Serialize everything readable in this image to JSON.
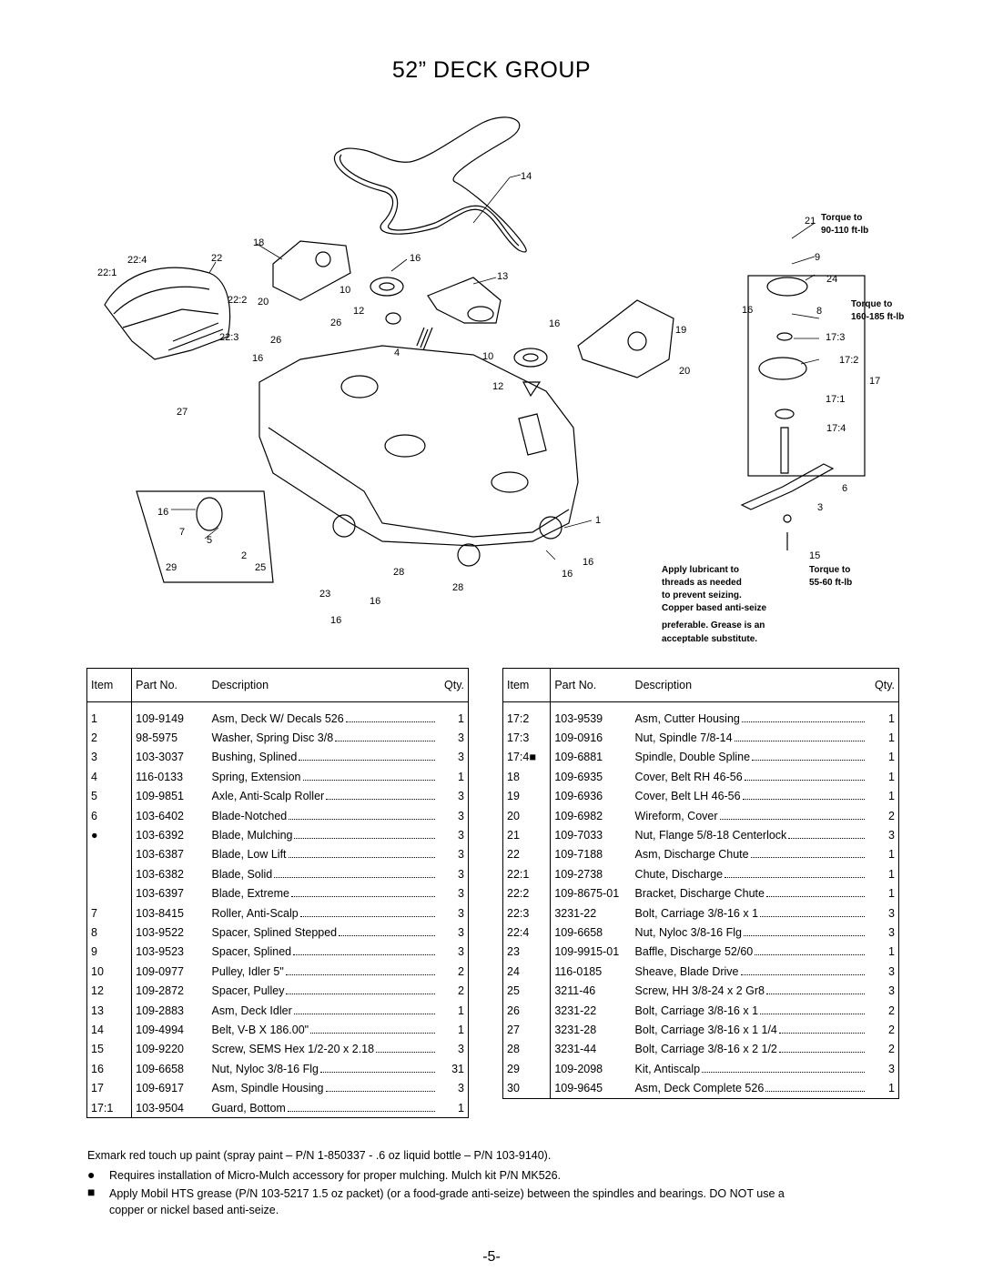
{
  "title": "52” DECK GROUP",
  "diagram_labels": {
    "l14": "14",
    "l18": "18",
    "l22_4": "22:4",
    "l22": "22",
    "l22_1": "22:1",
    "l16a": "16",
    "l13": "13",
    "l10a": "10",
    "l20a": "20",
    "l22_2": "22:2",
    "l12a": "12",
    "l26a": "26",
    "l22_3": "22:3",
    "l26b": "26",
    "l16b": "16",
    "l4": "4",
    "l10b": "10",
    "l16c": "16",
    "l19": "19",
    "l20b": "20",
    "l12b": "12",
    "l27": "27",
    "l1": "1",
    "l16d": "16",
    "l7": "7",
    "l5": "5",
    "l2": "2",
    "l29": "29",
    "l25": "25",
    "l28a": "28",
    "l28b": "28",
    "l23": "23",
    "l16e": "16",
    "l16f": "16",
    "l16g": "16",
    "l16h": "16",
    "l21": "21",
    "l9": "9",
    "l24": "24",
    "l8": "8",
    "l17_3": "17:3",
    "l17_2": "17:2",
    "l17": "17",
    "l17_1": "17:1",
    "l17_4": "17:4",
    "l6": "6",
    "l3": "3",
    "l15": "15"
  },
  "notes": {
    "torque_21_a": "Torque to",
    "torque_21_b": "90-110 ft-lb",
    "torque_8_a": "Torque to",
    "torque_8_b": "160-185 ft-lb",
    "torque_15_a": "Torque to",
    "torque_15_b": "55-60 ft-lb",
    "apply_1": "Apply lubricant to",
    "apply_2": "threads as needed",
    "apply_3": "to prevent seizing.",
    "apply_4": "Copper based anti-seize",
    "apply_5": "preferable. Grease is an",
    "apply_6": "acceptable substitute."
  },
  "table_headers": {
    "item": "Item",
    "part": "Part No.",
    "desc": "Description",
    "qty": "Qty."
  },
  "parts_left": [
    {
      "item": "1",
      "part": "109-9149",
      "desc": "Asm, Deck W/ Decals 526",
      "qty": "1"
    },
    {
      "item": "2",
      "part": "98-5975",
      "desc": "Washer, Spring Disc 3/8",
      "qty": "3"
    },
    {
      "item": "3",
      "part": "103-3037",
      "desc": "Bushing, Splined",
      "qty": "3"
    },
    {
      "item": "4",
      "part": "116-0133",
      "desc": "Spring, Extension",
      "qty": "1"
    },
    {
      "item": "5",
      "part": "109-9851",
      "desc": "Axle, Anti-Scalp Roller",
      "qty": "3"
    },
    {
      "item": "6",
      "part": "103-6402",
      "desc": "Blade-Notched",
      "qty": "3"
    },
    {
      "item": "●",
      "part": "103-6392",
      "desc": "Blade, Mulching",
      "qty": "3"
    },
    {
      "item": "",
      "part": "103-6387",
      "desc": "Blade, Low Lift",
      "qty": "3"
    },
    {
      "item": "",
      "part": "103-6382",
      "desc": "Blade, Solid",
      "qty": "3"
    },
    {
      "item": "",
      "part": "103-6397",
      "desc": "Blade, Extreme",
      "qty": "3"
    },
    {
      "item": "7",
      "part": "103-8415",
      "desc": "Roller, Anti-Scalp",
      "qty": "3"
    },
    {
      "item": "8",
      "part": "103-9522",
      "desc": "Spacer, Splined Stepped",
      "qty": "3"
    },
    {
      "item": "9",
      "part": "103-9523",
      "desc": "Spacer, Splined",
      "qty": "3"
    },
    {
      "item": "10",
      "part": "109-0977",
      "desc": "Pulley, Idler 5\"",
      "qty": "2"
    },
    {
      "item": "12",
      "part": "109-2872",
      "desc": "Spacer, Pulley",
      "qty": "2"
    },
    {
      "item": "13",
      "part": "109-2883",
      "desc": "Asm, Deck Idler",
      "qty": "1"
    },
    {
      "item": "14",
      "part": "109-4994",
      "desc": "Belt, V-B X 186.00\"",
      "qty": "1"
    },
    {
      "item": "15",
      "part": "109-9220",
      "desc": "Screw, SEMS Hex 1/2-20 x 2.18",
      "qty": "3"
    },
    {
      "item": "16",
      "part": "109-6658",
      "desc": "Nut, Nyloc 3/8-16 Flg",
      "qty": "31"
    },
    {
      "item": "17",
      "part": "109-6917",
      "desc": "Asm, Spindle Housing",
      "qty": "3"
    },
    {
      "item": "17:1",
      "part": "103-9504",
      "desc": "Guard, Bottom",
      "qty": "1"
    }
  ],
  "parts_right": [
    {
      "item": "17:2",
      "part": "103-9539",
      "desc": "Asm, Cutter Housing",
      "qty": "1"
    },
    {
      "item": "17:3",
      "part": "109-0916",
      "desc": "Nut, Spindle 7/8-14",
      "qty": "1"
    },
    {
      "item": "17:4■",
      "part": "109-6881",
      "desc": "Spindle, Double Spline",
      "qty": "1"
    },
    {
      "item": "18",
      "part": "109-6935",
      "desc": "Cover, Belt RH 46-56",
      "qty": "1"
    },
    {
      "item": "19",
      "part": "109-6936",
      "desc": "Cover, Belt LH 46-56",
      "qty": "1"
    },
    {
      "item": "20",
      "part": "109-6982",
      "desc": "Wireform, Cover",
      "qty": "2"
    },
    {
      "item": "21",
      "part": "109-7033",
      "desc": "Nut, Flange 5/8-18 Centerlock",
      "qty": "3"
    },
    {
      "item": "22",
      "part": "109-7188",
      "desc": "Asm, Discharge Chute",
      "qty": "1"
    },
    {
      "item": "22:1",
      "part": "109-2738",
      "desc": "Chute, Discharge",
      "qty": "1"
    },
    {
      "item": "22:2",
      "part": "109-8675-01",
      "desc": "Bracket, Discharge Chute",
      "qty": "1"
    },
    {
      "item": "22:3",
      "part": "3231-22",
      "desc": "Bolt, Carriage 3/8-16 x 1",
      "qty": "3"
    },
    {
      "item": "22:4",
      "part": "109-6658",
      "desc": "Nut, Nyloc 3/8-16 Flg",
      "qty": "3"
    },
    {
      "item": "23",
      "part": "109-9915-01",
      "desc": "Baffle, Discharge 52/60",
      "qty": "1"
    },
    {
      "item": "24",
      "part": "116-0185",
      "desc": "Sheave, Blade Drive",
      "qty": "3"
    },
    {
      "item": "25",
      "part": "3211-46",
      "desc": "Screw, HH 3/8-24 x 2 Gr8",
      "qty": "3"
    },
    {
      "item": "26",
      "part": "3231-22",
      "desc": "Bolt, Carriage 3/8-16 x 1",
      "qty": "2"
    },
    {
      "item": "27",
      "part": "3231-28",
      "desc": "Bolt, Carriage 3/8-16 x 1 1/4",
      "qty": "2"
    },
    {
      "item": "28",
      "part": "3231-44",
      "desc": "Bolt, Carriage 3/8-16 x 2 1/2",
      "qty": "2"
    },
    {
      "item": "29",
      "part": "109-2098",
      "desc": "Kit, Antiscalp",
      "qty": "3"
    },
    {
      "item": "30",
      "part": "109-9645",
      "desc": "Asm, Deck Complete 526",
      "qty": "1"
    }
  ],
  "footer": {
    "paint": "Exmark red touch up paint (spray paint – P/N 1-850337 - .6 oz liquid bottle – P/N 103-9140).",
    "circle_mark": "●",
    "mulch_note": "Requires installation of Micro-Mulch accessory for proper mulching. Mulch kit P/N MK526.",
    "square_mark": "■",
    "grease_note_1": "Apply Mobil HTS grease (P/N 103-5217 1.5 oz packet) (or a food-grade anti-seize) between the spindles and bearings. DO NOT use a",
    "grease_note_2": "copper or nickel based anti-seize."
  },
  "page_number": "-5-"
}
